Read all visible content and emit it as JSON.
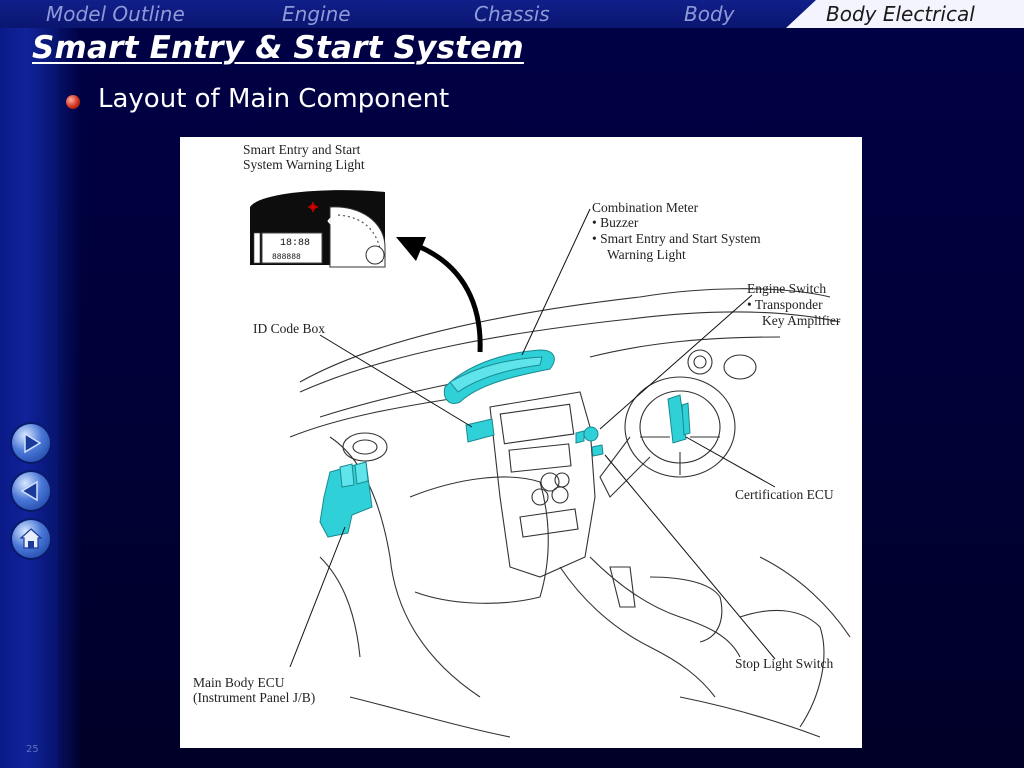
{
  "nav": {
    "items": [
      {
        "label": "Model Outline",
        "active": false
      },
      {
        "label": "Engine",
        "active": false
      },
      {
        "label": "Chassis",
        "active": false
      },
      {
        "label": "Body",
        "active": false
      },
      {
        "label": "Body Electrical",
        "active": true
      }
    ]
  },
  "slide": {
    "title": "Smart Entry & Start System",
    "subtitle": "Layout of Main Component",
    "page_number": "25"
  },
  "figure": {
    "labels": {
      "warning_light_1": "Smart Entry and Start",
      "warning_light_2": "System Warning Light",
      "combination_meter": "Combination Meter",
      "buzzer": "•  Buzzer",
      "smart_entry_1": "•  Smart Entry and Start System",
      "smart_entry_2": "Warning Light",
      "engine_switch": "Engine Switch",
      "transponder_1": "•  Transponder",
      "transponder_2": "Key Amplifier",
      "id_code_box": "ID Code Box",
      "certification_ecu": "Certification ECU",
      "stop_light_switch": "Stop Light Switch",
      "main_body_ecu_1": "Main Body ECU",
      "main_body_ecu_2": "(Instrument Panel J/B)"
    },
    "meter_display": {
      "time": "18:88",
      "odo": "888888"
    }
  },
  "side_nav": {
    "forward_icon": "arrow-right-icon",
    "back_icon": "arrow-left-icon",
    "home_icon": "home-icon"
  },
  "colors": {
    "component_highlight": "#2fd0d8",
    "nav_active_bg": "#f2f2ff",
    "background": "#000040"
  }
}
